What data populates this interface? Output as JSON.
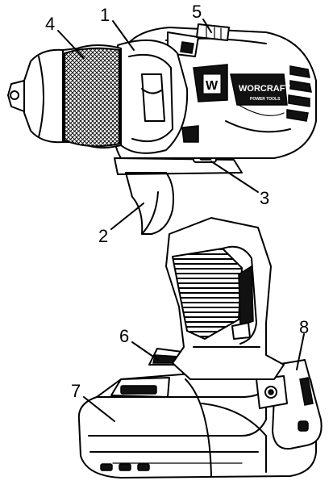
{
  "diagram": {
    "brand_logo_text": "WORCRAFT",
    "brand_logo_subtext": "POWER TOOLS",
    "logo_badge_letter": "W",
    "callouts": [
      {
        "id": "1",
        "label": "1"
      },
      {
        "id": "2",
        "label": "2"
      },
      {
        "id": "3",
        "label": "3"
      },
      {
        "id": "4",
        "label": "4"
      },
      {
        "id": "5",
        "label": "5"
      },
      {
        "id": "6",
        "label": "6"
      },
      {
        "id": "7",
        "label": "7"
      },
      {
        "id": "8",
        "label": "8"
      }
    ],
    "colors": {
      "ink": "#000000",
      "paper": "#ffffff"
    }
  }
}
